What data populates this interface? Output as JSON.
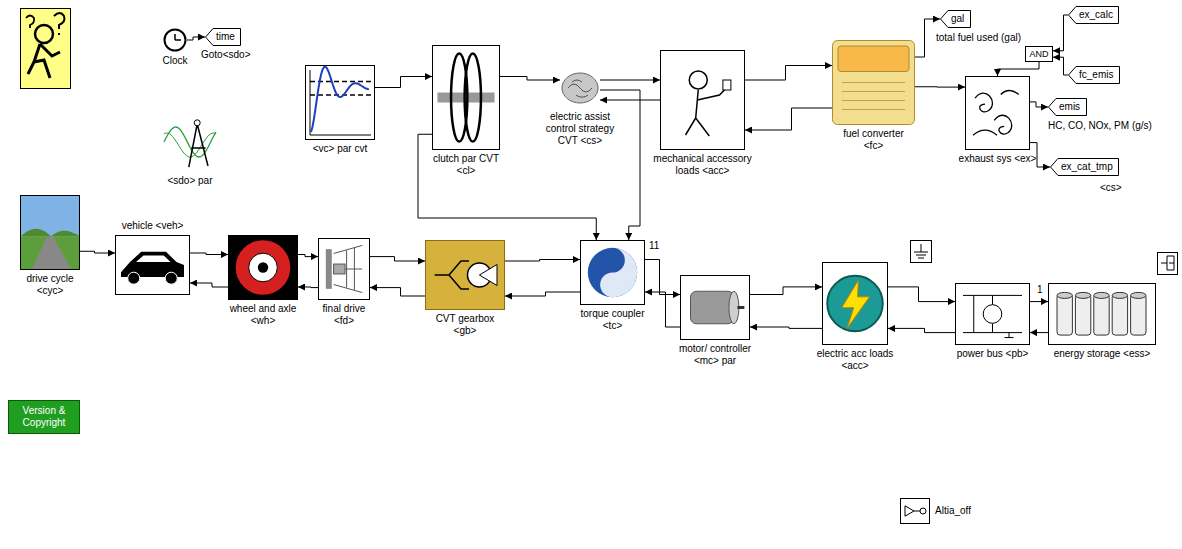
{
  "diagram": {
    "nodes": [
      {
        "text": [
          "Clock"
        ]
      },
      {
        "text": [
          "time",
          "Goto<sdo>"
        ]
      },
      {
        "text": [
          "<vc> par cvt"
        ]
      },
      {
        "text": [
          "clutch par CVT <cl>"
        ]
      },
      {
        "text": [
          "electric assist control strategy CVT <cs>"
        ]
      },
      {
        "text": [
          "mechanical accessory loads <acc>"
        ]
      },
      {
        "text": [
          "fuel converter <fc>"
        ]
      },
      {
        "text": [
          "gal",
          "total fuel used (gal)"
        ]
      },
      {
        "text": [
          "ex_calc"
        ]
      },
      {
        "text": [
          "AND"
        ]
      },
      {
        "text": [
          "fc_emis"
        ]
      },
      {
        "text": [
          "exhaust sys <ex>"
        ]
      },
      {
        "text": [
          "emis",
          "HC, CO, NOx, PM (g/s)"
        ]
      },
      {
        "text": [
          "ex_cat_tmp",
          "<cs>"
        ]
      },
      {
        "text": [
          "<sdo> par"
        ]
      },
      {
        "text": [
          "drive cycle <cyc>"
        ]
      },
      {
        "text": [
          "vehicle <veh>"
        ]
      },
      {
        "text": [
          "wheel and axle <wh>"
        ]
      },
      {
        "text": [
          "final drive <fd>"
        ]
      },
      {
        "text": [
          "CVT gearbox <gb>"
        ]
      },
      {
        "text": [
          "torque coupler <tc>"
        ]
      },
      {
        "text": [
          "motor/ controller <mc> par"
        ]
      },
      {
        "text": [
          "electric acc loads <acc>"
        ]
      },
      {
        "text": [
          "power bus <pb>"
        ]
      },
      {
        "text": [
          "energy storage <ess>"
        ]
      },
      {
        "text": [
          "Version & Copyright"
        ]
      },
      {
        "text": [
          "Altia_off"
        ]
      }
    ],
    "edges": [
      {
        "from": 0,
        "to": 1,
        "arrow": "to"
      },
      {
        "from": 2,
        "to": 3,
        "arrow": "to"
      },
      {
        "from": 3,
        "to": 4,
        "arrow": "to"
      },
      {
        "from": 4,
        "to": 5,
        "arrow": "to"
      },
      {
        "from": 5,
        "to": 6,
        "arrow": "to"
      },
      {
        "from": 6,
        "to": 5,
        "arrow": "to"
      },
      {
        "from": 5,
        "to": 4,
        "arrow": "to"
      },
      {
        "from": 6,
        "to": 7,
        "arrow": "to"
      },
      {
        "from": 6,
        "to": 11,
        "arrow": "to"
      },
      {
        "from": 8,
        "to": 9,
        "arrow": "to"
      },
      {
        "from": 10,
        "to": 9,
        "arrow": "to"
      },
      {
        "from": 9,
        "to": 11,
        "arrow": "to"
      },
      {
        "from": 11,
        "to": 12,
        "arrow": "to"
      },
      {
        "from": 11,
        "to": 13,
        "arrow": "to"
      },
      {
        "from": 3,
        "to": 20,
        "arrow": "to"
      },
      {
        "from": 4,
        "to": 20,
        "arrow": "to"
      },
      {
        "from": 15,
        "to": 16,
        "arrow": "to"
      },
      {
        "from": 16,
        "to": 17,
        "arrow": "to"
      },
      {
        "from": 17,
        "to": 18,
        "arrow": "to"
      },
      {
        "from": 18,
        "to": 19,
        "arrow": "to"
      },
      {
        "from": 19,
        "to": 20,
        "arrow": "to"
      },
      {
        "from": 20,
        "to": 21,
        "arrow": "to"
      },
      {
        "from": 21,
        "to": 22,
        "arrow": "to"
      },
      {
        "from": 22,
        "to": 23,
        "arrow": "to"
      },
      {
        "from": 23,
        "to": 24,
        "arrow": "to"
      },
      {
        "from": 24,
        "to": 23,
        "arrow": "to"
      },
      {
        "from": 23,
        "to": 22,
        "arrow": "to"
      },
      {
        "from": 22,
        "to": 21,
        "arrow": "to"
      },
      {
        "from": 21,
        "to": 20,
        "arrow": "to"
      },
      {
        "from": 20,
        "to": 19,
        "arrow": "to"
      },
      {
        "from": 19,
        "to": 18,
        "arrow": "to"
      },
      {
        "from": 18,
        "to": 17,
        "arrow": "to"
      },
      {
        "from": 17,
        "to": 16,
        "arrow": "to"
      }
    ],
    "labels": [
      "11",
      "1"
    ]
  }
}
